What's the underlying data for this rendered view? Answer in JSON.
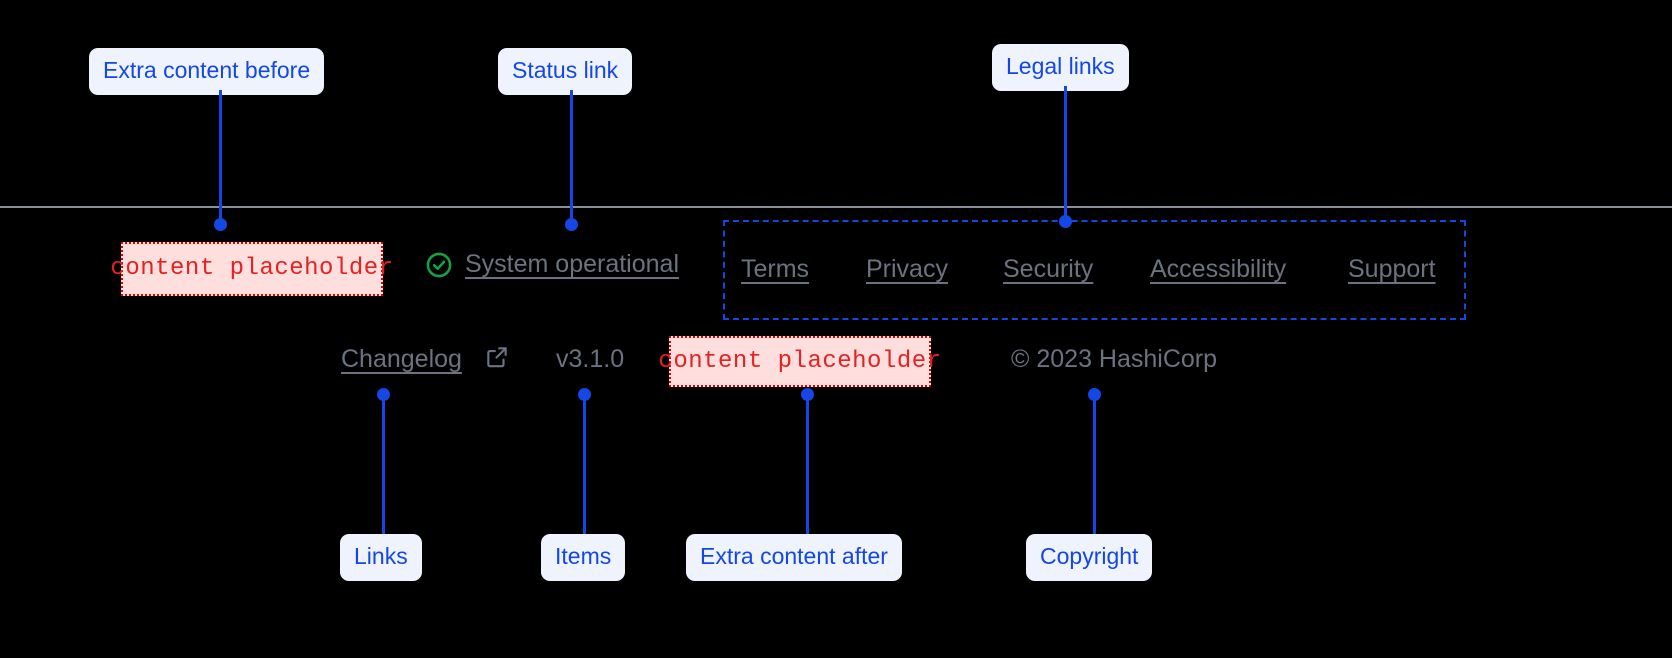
{
  "theme": {
    "background": "#000000",
    "callout_bg": "#eef3fd",
    "callout_text": "#1447e6",
    "connector": "#1447e6",
    "rule": "#8a8f9e",
    "placeholder_bg": "#ffdede",
    "placeholder_border": "#e00000",
    "placeholder_text": "#e52222",
    "muted_text": "#6b7280",
    "status_ok": "#13a341"
  },
  "callouts": [
    {
      "id": "extra-content-before",
      "label": "Extra content before"
    },
    {
      "id": "status-link",
      "label": "Status link"
    },
    {
      "id": "legal-links",
      "label": "Legal links"
    },
    {
      "id": "links",
      "label": "Links"
    },
    {
      "id": "items",
      "label": "Items"
    },
    {
      "id": "extra-content-after",
      "label": "Extra content after"
    },
    {
      "id": "copyright",
      "label": "Copyright"
    }
  ],
  "footer": {
    "placeholder_before": {
      "text": "content placeholder"
    },
    "placeholder_after": {
      "text": "content placeholder"
    },
    "status": {
      "icon": "check-circle-icon",
      "label": "System operational"
    },
    "legal_links": [
      {
        "label": "Terms"
      },
      {
        "label": "Privacy"
      },
      {
        "label": "Security"
      },
      {
        "label": "Accessibility"
      },
      {
        "label": "Support"
      }
    ],
    "bottom": {
      "changelog": {
        "label": "Changelog",
        "icon": "external-link-icon"
      },
      "version": "v3.1.0",
      "copyright": "© 2023 HashiCorp"
    }
  }
}
